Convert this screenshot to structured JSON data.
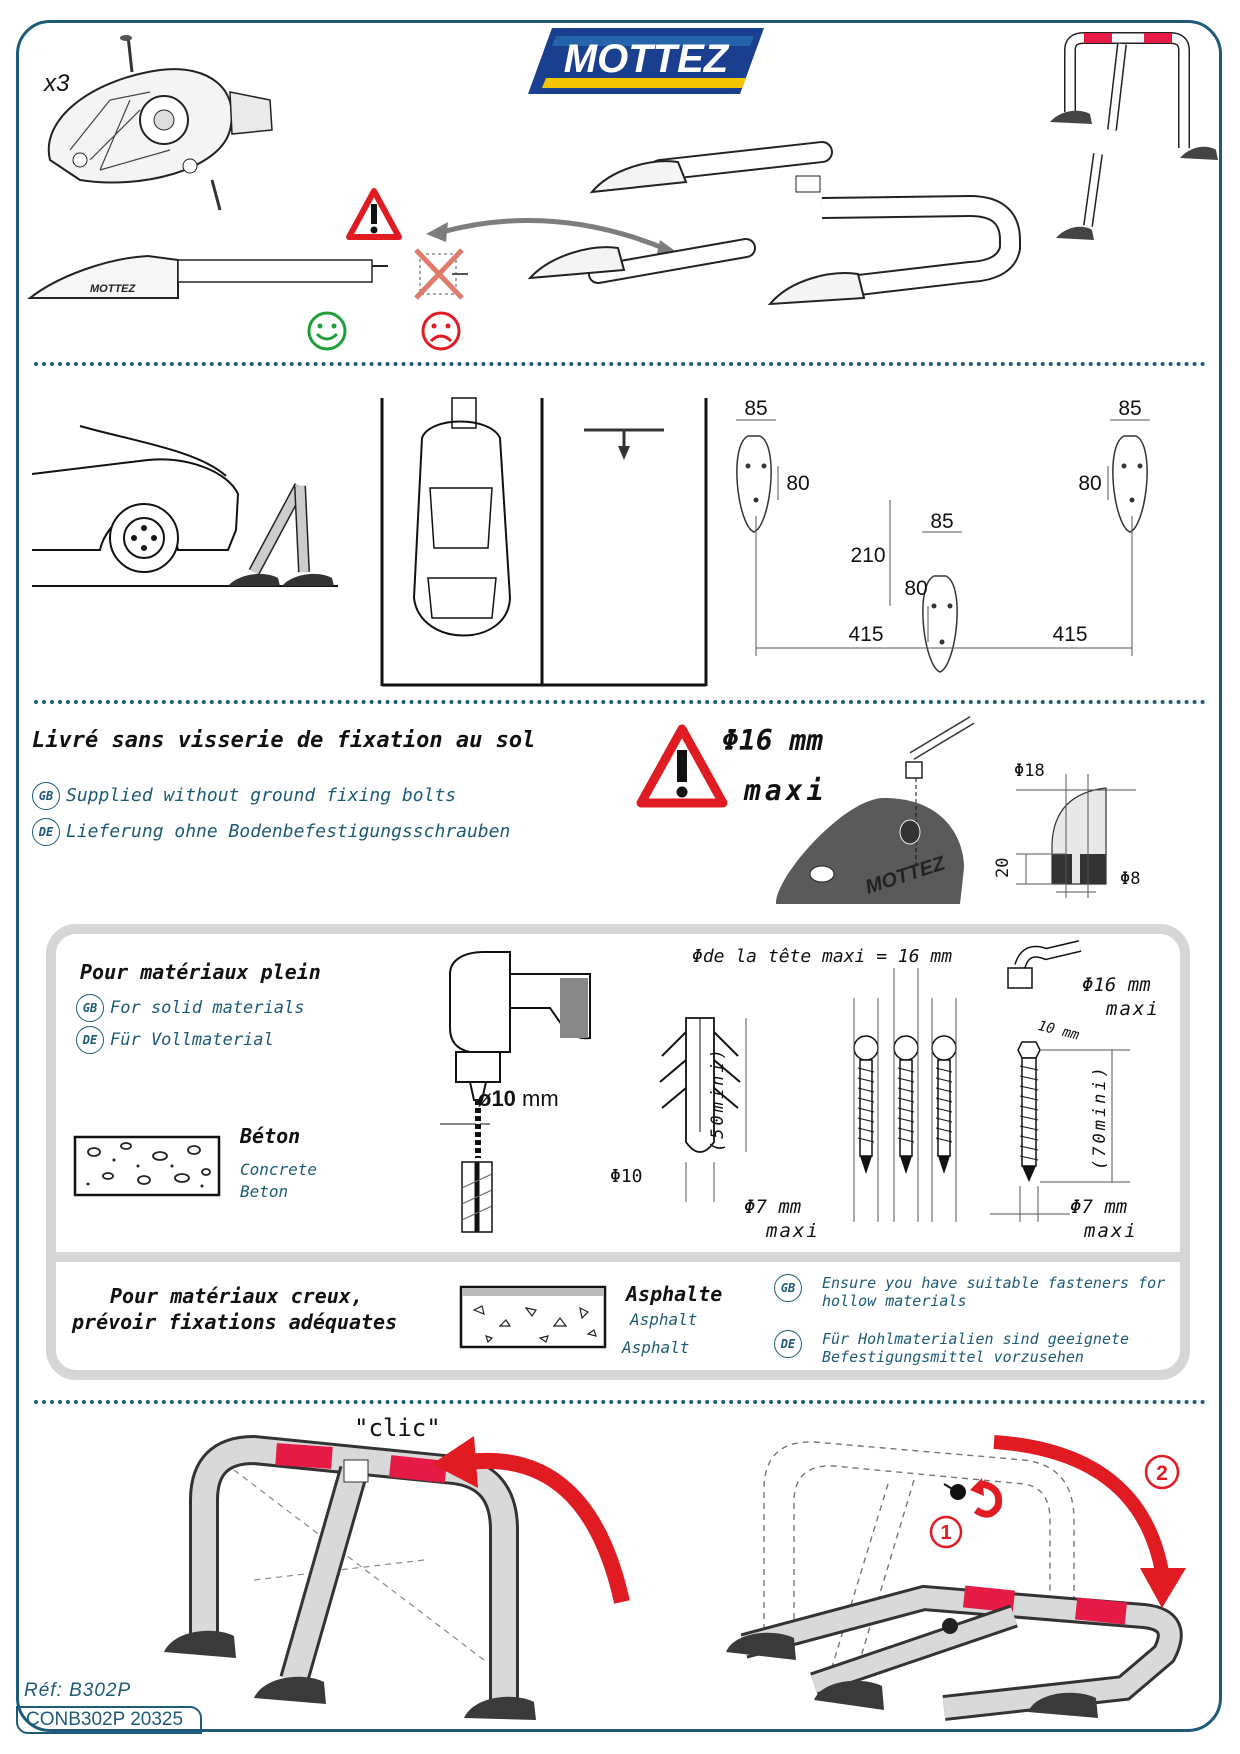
{
  "brand": {
    "logo_text": "MOTTEZ",
    "colors": {
      "navy": "#1b3f8f",
      "yellow": "#f2c500",
      "cyan": "#39a9dc"
    }
  },
  "section1": {
    "quantity": "x3",
    "base_label": "MOTTEZ"
  },
  "section2": {
    "dims": {
      "w_left": "85",
      "w_right": "85",
      "w_mid": "85",
      "h_left": "80",
      "h_right": "80",
      "h_mid": "80",
      "offset": "210",
      "span_left": "415",
      "span_right": "415"
    }
  },
  "section3": {
    "title_fr": "Livré sans visserie de fixation au sol",
    "gb_code": "GB",
    "gb_text": "Supplied without ground fixing bolts",
    "de_code": "DE",
    "de_text": "Lieferung ohne Bodenbefestigungsschrauben",
    "warn_diameter": "Φ16 mm",
    "warn_maxi": "maxi",
    "detail_d18": "Φ18",
    "detail_d8": "Φ8",
    "detail_h20": "20",
    "base_label": "MOTTEZ"
  },
  "panel": {
    "solid_fr": "Pour matériaux plein",
    "solid_gb": "For solid materials",
    "solid_de": "Für Vollmaterial",
    "beton_fr": "Béton",
    "beton_gb": "Concrete",
    "beton_de": "Beton",
    "drill_diameter_symbol": "ø10",
    "drill_unit": "mm",
    "head_max": "Φde la tête maxi = 16 mm",
    "plug_length": "(50mini)",
    "plug_diameter": "Φ10",
    "screw_diameter_left": "Φ7 mm",
    "screw_maxi_left": "maxi",
    "bolt_head": "Φ16 mm",
    "bolt_head_maxi": "maxi",
    "bolt_across": "10 mm",
    "bolt_length": "(70mini)",
    "screw_diameter_right": "Φ7 mm",
    "screw_maxi_right": "maxi",
    "hollow_fr_1": "Pour matériaux creux,",
    "hollow_fr_2": "prévoir fixations adéquates",
    "asphalt_fr": "Asphalte",
    "asphalt_gb": "Asphalt",
    "asphalt_de": "Asphalt",
    "hollow_gb_code": "GB",
    "hollow_gb_1": "Ensure you have suitable fasteners for",
    "hollow_gb_2": "hollow materials",
    "hollow_de_code": "DE",
    "hollow_de_1": "Für Hohlmaterialien sind geeignete",
    "hollow_de_2": "Befestigungsmittel vorzusehen"
  },
  "section5": {
    "clic": "\"clic\"",
    "step1": "1",
    "step2": "2"
  },
  "footer": {
    "ref": "Réf: B302P",
    "code": "CONB302P 20325"
  }
}
